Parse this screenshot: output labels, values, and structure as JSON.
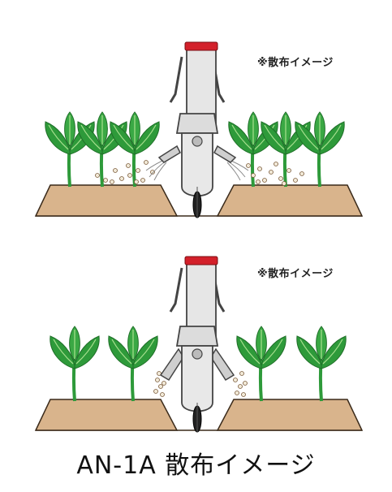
{
  "scenes": [
    {
      "note": "※散布イメージ"
    },
    {
      "note": "※散布イメージ"
    }
  ],
  "caption": "AN-1A 散布イメージ",
  "colors": {
    "soil": "#d9b48c",
    "soil_outline": "#3a2a1a",
    "leaf": "#2e9a3a",
    "leaf_light": "#6ccf5a",
    "machine_red": "#d3202a",
    "machine_body": "#e6e6e6",
    "machine_outline": "#444444"
  }
}
